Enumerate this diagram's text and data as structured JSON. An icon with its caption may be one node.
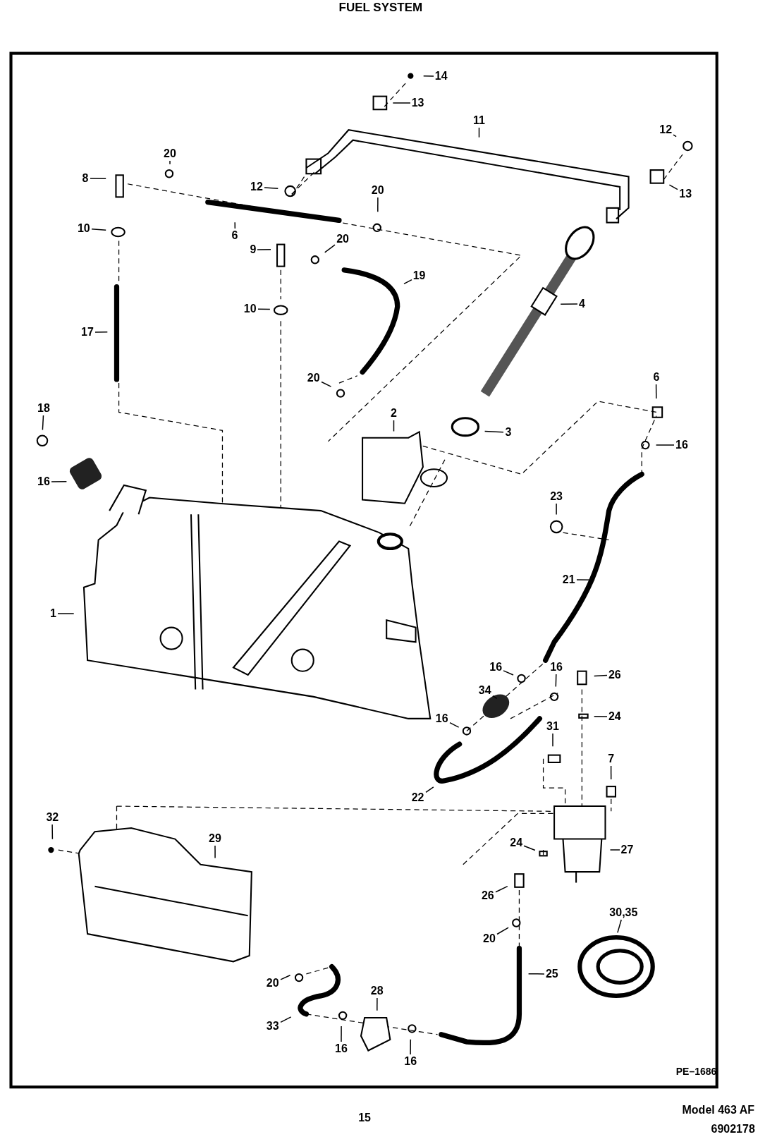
{
  "diagram": {
    "title": "FUEL SYSTEM",
    "nodes": [
      {
        "text": [
          "14"
        ]
      },
      {
        "text": [
          "13"
        ]
      },
      {
        "text": [
          "11"
        ]
      },
      {
        "text": [
          "20"
        ]
      },
      {
        "text": [
          "12"
        ]
      },
      {
        "text": [
          "8"
        ]
      },
      {
        "text": [
          "12"
        ]
      },
      {
        "text": [
          "13"
        ]
      },
      {
        "text": [
          "20"
        ]
      },
      {
        "text": [
          "10"
        ]
      },
      {
        "text": [
          "6"
        ]
      },
      {
        "text": [
          "20"
        ]
      },
      {
        "text": [
          "9"
        ]
      },
      {
        "text": [
          "19"
        ]
      },
      {
        "text": [
          "4"
        ]
      },
      {
        "text": [
          "10"
        ]
      },
      {
        "text": [
          "17"
        ]
      },
      {
        "text": [
          "20"
        ]
      },
      {
        "text": [
          "6"
        ]
      },
      {
        "text": [
          "18"
        ]
      },
      {
        "text": [
          "2"
        ]
      },
      {
        "text": [
          "3"
        ]
      },
      {
        "text": [
          "16"
        ]
      },
      {
        "text": [
          "16"
        ]
      },
      {
        "text": [
          "23"
        ]
      },
      {
        "text": [
          "21"
        ]
      },
      {
        "text": [
          "1"
        ]
      },
      {
        "text": [
          "16"
        ]
      },
      {
        "text": [
          "16"
        ]
      },
      {
        "text": [
          "26"
        ]
      },
      {
        "text": [
          "34"
        ]
      },
      {
        "text": [
          "24"
        ]
      },
      {
        "text": [
          "16"
        ]
      },
      {
        "text": [
          "31"
        ]
      },
      {
        "text": [
          "7"
        ]
      },
      {
        "text": [
          "22"
        ]
      },
      {
        "text": [
          "32"
        ]
      },
      {
        "text": [
          "29"
        ]
      },
      {
        "text": [
          "24"
        ]
      },
      {
        "text": [
          "27"
        ]
      },
      {
        "text": [
          "26"
        ]
      },
      {
        "text": [
          "30,35"
        ]
      },
      {
        "text": [
          "20"
        ]
      },
      {
        "text": [
          "25"
        ]
      },
      {
        "text": [
          "20"
        ]
      },
      {
        "text": [
          "28"
        ]
      },
      {
        "text": [
          "33"
        ]
      },
      {
        "text": [
          "16"
        ]
      },
      {
        "text": [
          "16"
        ]
      }
    ],
    "edges": [
      {
        "from": 0,
        "to": null,
        "arrow": "none"
      },
      {
        "from": 1,
        "to": null,
        "arrow": "none"
      },
      {
        "from": 2,
        "to": null,
        "arrow": "none"
      },
      {
        "from": 3,
        "to": null,
        "arrow": "none"
      },
      {
        "from": 4,
        "to": null,
        "arrow": "none"
      },
      {
        "from": 5,
        "to": null,
        "arrow": "none"
      },
      {
        "from": 6,
        "to": null,
        "arrow": "none"
      },
      {
        "from": 7,
        "to": null,
        "arrow": "none"
      },
      {
        "from": 8,
        "to": null,
        "arrow": "none"
      },
      {
        "from": 9,
        "to": null,
        "arrow": "none"
      },
      {
        "from": 10,
        "to": null,
        "arrow": "none"
      },
      {
        "from": 11,
        "to": null,
        "arrow": "none"
      },
      {
        "from": 12,
        "to": null,
        "arrow": "none"
      },
      {
        "from": 13,
        "to": null,
        "arrow": "none"
      },
      {
        "from": 14,
        "to": null,
        "arrow": "none"
      },
      {
        "from": 15,
        "to": null,
        "arrow": "none"
      },
      {
        "from": 16,
        "to": null,
        "arrow": "none"
      },
      {
        "from": 17,
        "to": null,
        "arrow": "none"
      },
      {
        "from": 18,
        "to": null,
        "arrow": "none"
      },
      {
        "from": 19,
        "to": null,
        "arrow": "none"
      },
      {
        "from": 20,
        "to": null,
        "arrow": "none"
      },
      {
        "from": 21,
        "to": null,
        "arrow": "none"
      },
      {
        "from": 22,
        "to": null,
        "arrow": "none"
      },
      {
        "from": 23,
        "to": null,
        "arrow": "none"
      },
      {
        "from": 24,
        "to": null,
        "arrow": "none"
      },
      {
        "from": 25,
        "to": null,
        "arrow": "none"
      },
      {
        "from": 26,
        "to": null,
        "arrow": "none"
      },
      {
        "from": 27,
        "to": null,
        "arrow": "none"
      },
      {
        "from": 28,
        "to": null,
        "arrow": "none"
      },
      {
        "from": 29,
        "to": null,
        "arrow": "none"
      },
      {
        "from": 30,
        "to": null,
        "arrow": "none"
      },
      {
        "from": 31,
        "to": null,
        "arrow": "none"
      },
      {
        "from": 32,
        "to": null,
        "arrow": "none"
      },
      {
        "from": 33,
        "to": null,
        "arrow": "none"
      },
      {
        "from": 34,
        "to": null,
        "arrow": "none"
      },
      {
        "from": 35,
        "to": null,
        "arrow": "none"
      },
      {
        "from": 36,
        "to": null,
        "arrow": "none"
      },
      {
        "from": 37,
        "to": null,
        "arrow": "none"
      },
      {
        "from": 38,
        "to": null,
        "arrow": "none"
      },
      {
        "from": 39,
        "to": null,
        "arrow": "none"
      },
      {
        "from": 40,
        "to": null,
        "arrow": "none"
      },
      {
        "from": 41,
        "to": null,
        "arrow": "none"
      },
      {
        "from": 42,
        "to": null,
        "arrow": "none"
      },
      {
        "from": 43,
        "to": null,
        "arrow": "none"
      },
      {
        "from": 44,
        "to": null,
        "arrow": "none"
      },
      {
        "from": 45,
        "to": null,
        "arrow": "none"
      },
      {
        "from": 46,
        "to": null,
        "arrow": "none"
      },
      {
        "from": 47,
        "to": null,
        "arrow": "none"
      },
      {
        "from": 48,
        "to": null,
        "arrow": "none"
      }
    ],
    "labels": [
      "PE–1686",
      "15",
      "Model 463 AF",
      "6902178"
    ]
  }
}
